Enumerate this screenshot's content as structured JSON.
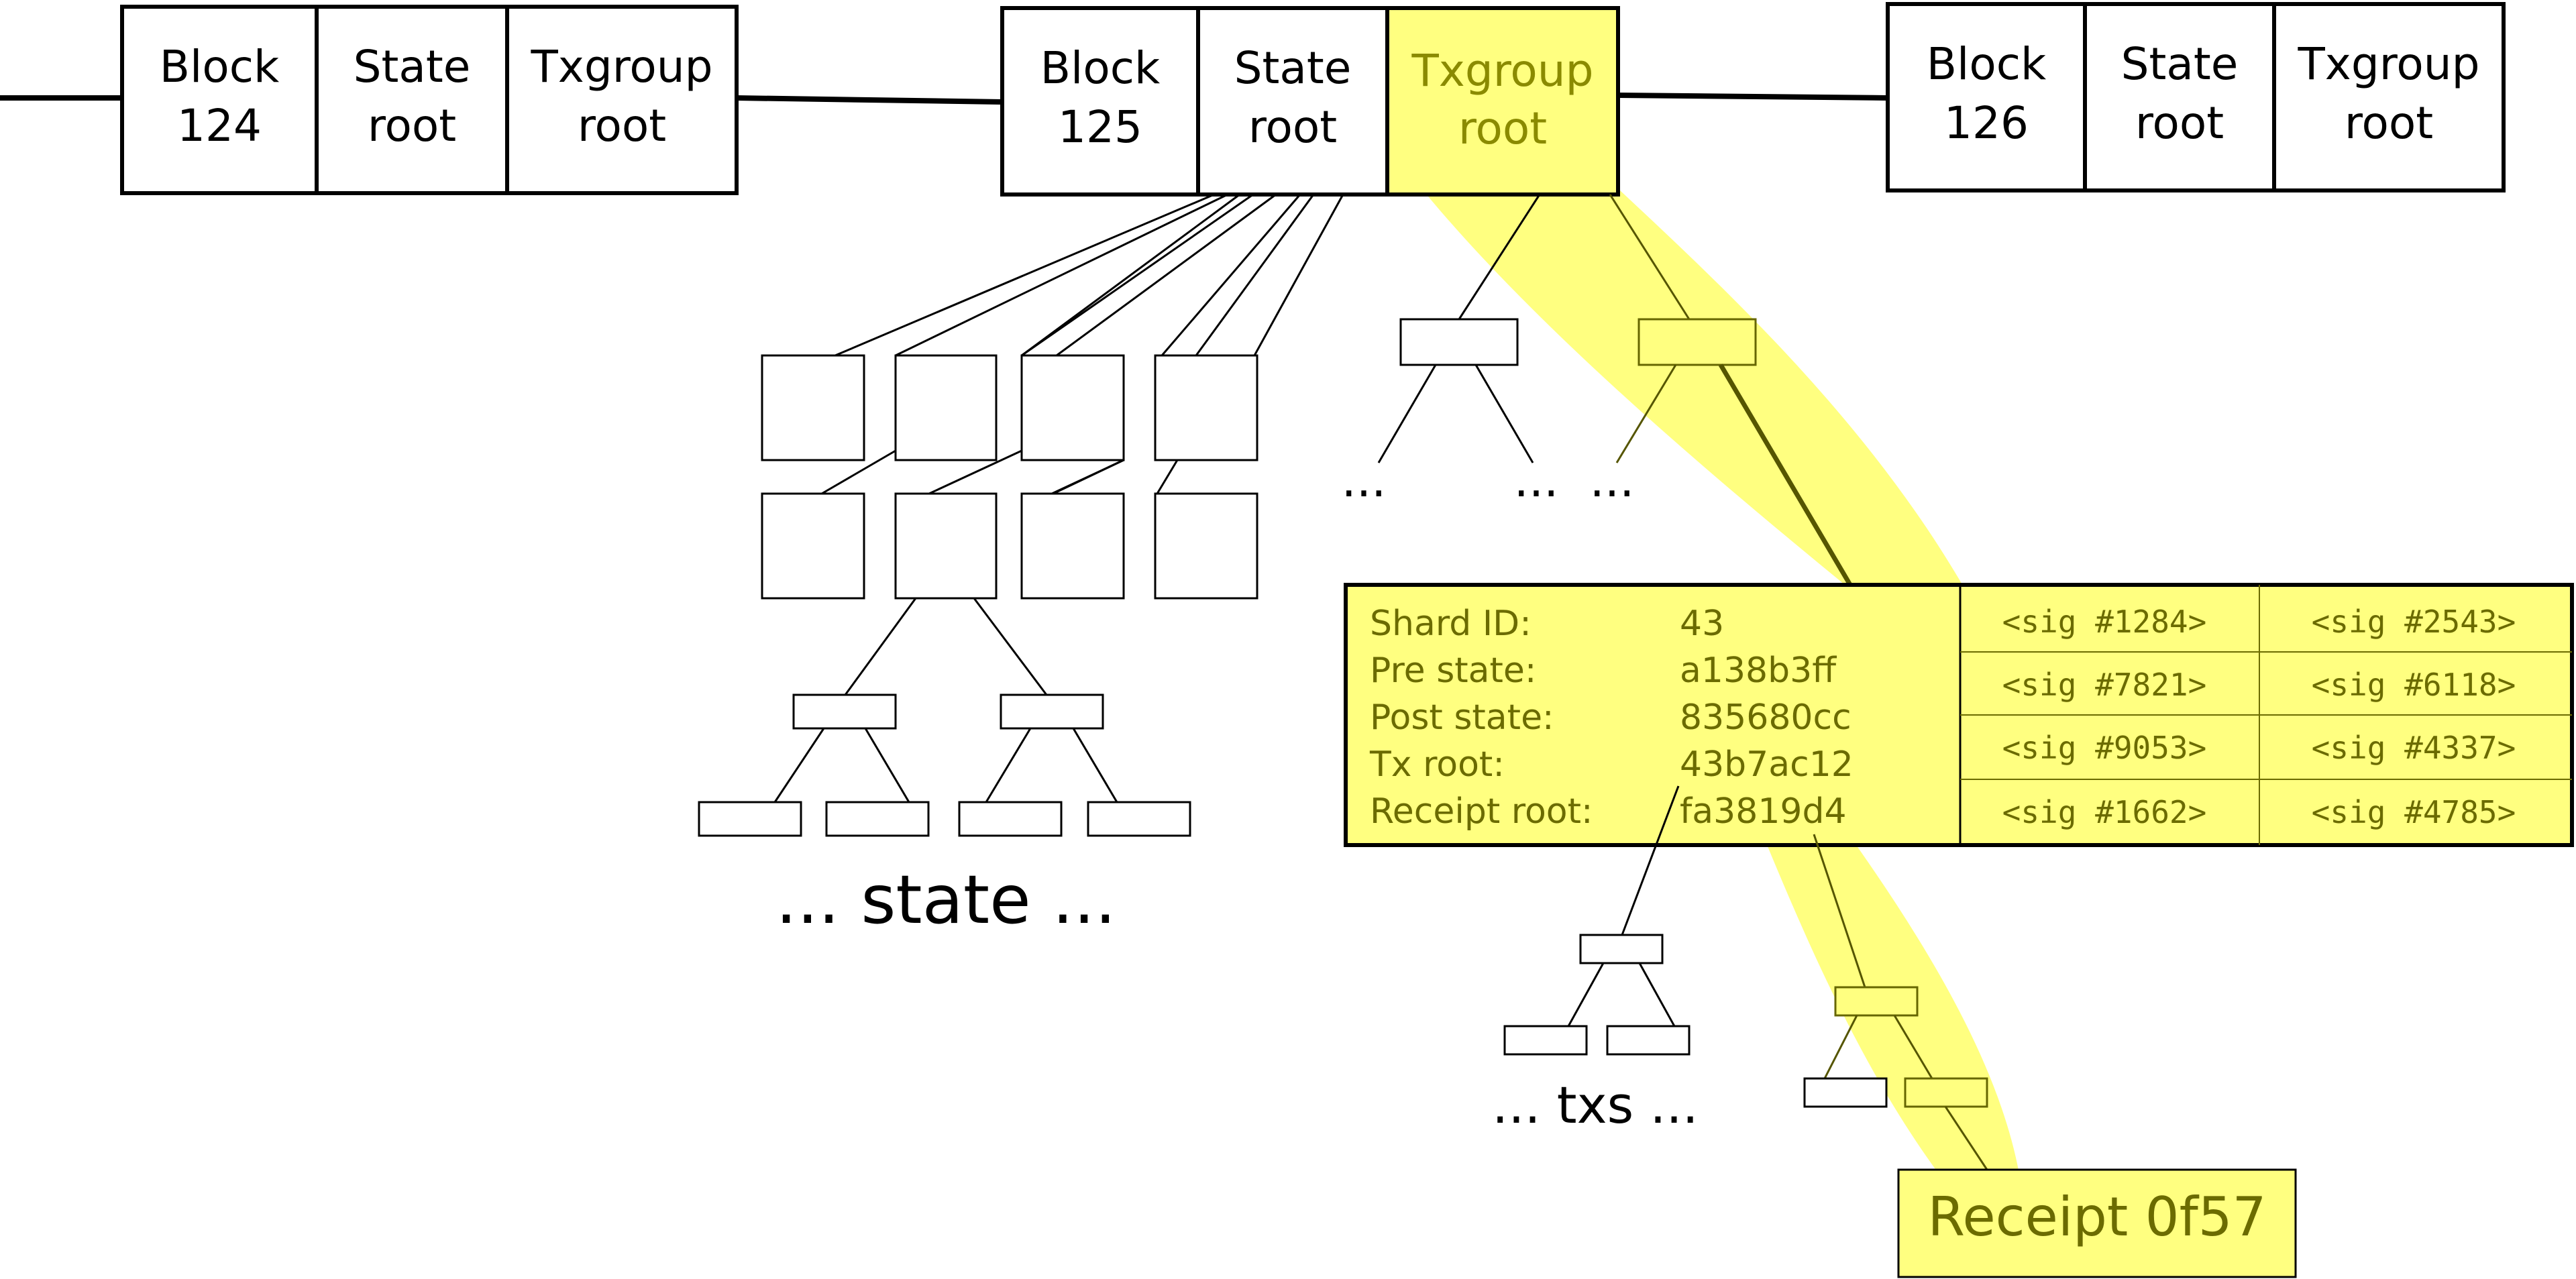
{
  "blocks": [
    {
      "label": [
        "Block",
        "124"
      ],
      "state": [
        "State",
        "root"
      ],
      "txgroup": [
        "Txgroup",
        "root"
      ],
      "highlight_txgroup": false
    },
    {
      "label": [
        "Block",
        "125"
      ],
      "state": [
        "State",
        "root"
      ],
      "txgroup": [
        "Txgroup",
        "root"
      ],
      "highlight_txgroup": true
    },
    {
      "label": [
        "Block",
        "126"
      ],
      "state": [
        "State",
        "root"
      ],
      "txgroup": [
        "Txgroup",
        "root"
      ],
      "highlight_txgroup": false
    }
  ],
  "ellipses": {
    "left": "...",
    "middle": "...",
    "right": "..."
  },
  "state_label": "... state ...",
  "txs_label": "... txs ...",
  "header": {
    "fields": [
      {
        "key": "Shard ID:",
        "value": "43"
      },
      {
        "key": "Pre state:",
        "value": "a138b3ff"
      },
      {
        "key": "Post state:",
        "value": "835680cc"
      },
      {
        "key": "Tx root:",
        "value": "43b7ac12"
      },
      {
        "key": "Receipt root:",
        "value": "fa3819d4"
      }
    ],
    "signatures": [
      [
        "<sig #1284>",
        "<sig #2543>"
      ],
      [
        "<sig #7821>",
        "<sig #6118>"
      ],
      [
        "<sig #9053>",
        "<sig #4337>"
      ],
      [
        "<sig #1662>",
        "<sig #4785>"
      ]
    ]
  },
  "receipt": "Receipt 0f57",
  "colors": {
    "highlight": "#ffff80",
    "highlight_text": "#6b6b00",
    "line": "#000000"
  }
}
